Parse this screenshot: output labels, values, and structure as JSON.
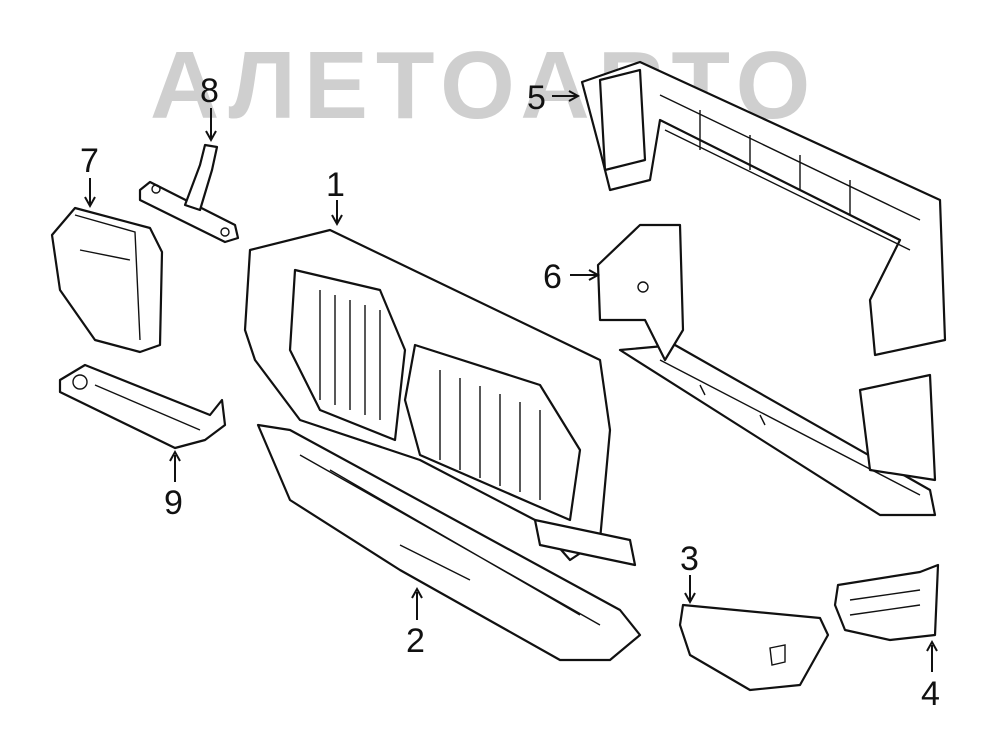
{
  "watermark": {
    "text": "АЛЕТОАВТО"
  },
  "parts": [
    {
      "number": "1"
    },
    {
      "number": "2"
    },
    {
      "number": "3"
    },
    {
      "number": "4"
    },
    {
      "number": "5"
    },
    {
      "number": "6"
    },
    {
      "number": "7"
    },
    {
      "number": "8"
    },
    {
      "number": "9"
    }
  ]
}
